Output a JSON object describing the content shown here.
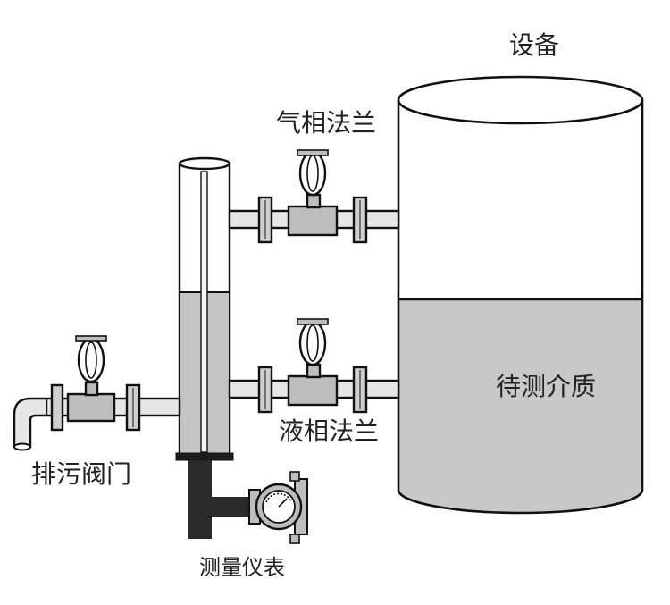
{
  "labels": {
    "vessel": "设备",
    "gas_flange": "气相法兰",
    "liquid_flange": "液相法兰",
    "medium": "待测介质",
    "drain_valve": "排污阀门",
    "instrument": "测量仪表"
  },
  "colors": {
    "liquid": "#c8c8c8",
    "vessel_empty": "#ffffff",
    "column_liquid": "#c4c4c4",
    "instrument_housing": "#2a2a2a",
    "line": "#111111"
  },
  "icons": {
    "valve": "valve-icon",
    "gauge": "gauge-icon"
  }
}
